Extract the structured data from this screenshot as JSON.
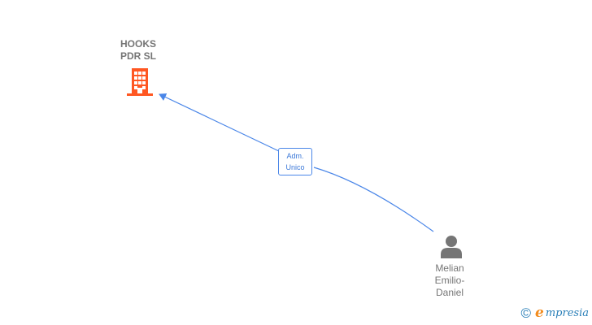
{
  "company": {
    "name": "HOOKS\nPDR  SL",
    "icon": "building-icon",
    "color": "#ff5722"
  },
  "person": {
    "name": "Melian\nEmilio-\nDaniel",
    "icon": "person-icon",
    "color": "#757575"
  },
  "relation": {
    "label": "Adm.\nUnico",
    "color": "#4a86e8"
  },
  "watermark": {
    "copyright": "©",
    "brand_initial": "e",
    "brand_rest": "mpresia"
  }
}
